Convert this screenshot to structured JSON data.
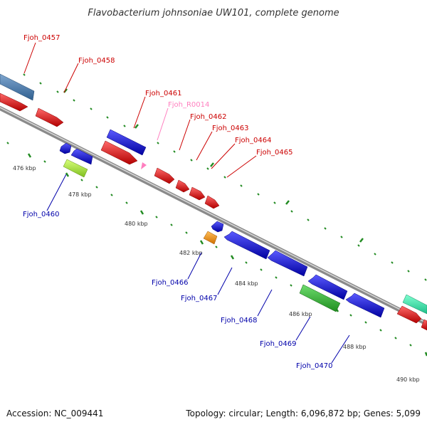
{
  "title": "Flavobacterium johnsoniae UW101, complete genome",
  "footer": {
    "accession": "Accession: NC_009441",
    "summary": "Topology: circular; Length: 6,096,872 bp; Genes: 5,099"
  },
  "colors": {
    "backbone": "#8a8a8a",
    "forward_label": "#cc0000",
    "reverse_label": "#0000aa",
    "rna_label": "#ff7fbf",
    "forward_gene": "#ff0000",
    "reverse_gene": "#0000ee",
    "tick": "#228b22"
  },
  "scale_labels": [
    "476 kbp",
    "478 kbp",
    "480 kbp",
    "482 kbp",
    "484 kbp",
    "486 kbp",
    "488 kbp",
    "490 kbp"
  ],
  "gene_labels": [
    {
      "name": "Fjoh_0457",
      "strand": "forward"
    },
    {
      "name": "Fjoh_0458",
      "strand": "forward"
    },
    {
      "name": "Fjoh_0461",
      "strand": "forward"
    },
    {
      "name": "Fjoh_R0014",
      "strand": "rna"
    },
    {
      "name": "Fjoh_0462",
      "strand": "forward"
    },
    {
      "name": "Fjoh_0463",
      "strand": "forward"
    },
    {
      "name": "Fjoh_0464",
      "strand": "forward"
    },
    {
      "name": "Fjoh_0465",
      "strand": "forward"
    },
    {
      "name": "Fjoh_0460",
      "strand": "reverse"
    },
    {
      "name": "Fjoh_0466",
      "strand": "reverse"
    },
    {
      "name": "Fjoh_0467",
      "strand": "reverse"
    },
    {
      "name": "Fjoh_0468",
      "strand": "reverse"
    },
    {
      "name": "Fjoh_0469",
      "strand": "reverse"
    },
    {
      "name": "Fjoh_0470",
      "strand": "reverse"
    }
  ]
}
